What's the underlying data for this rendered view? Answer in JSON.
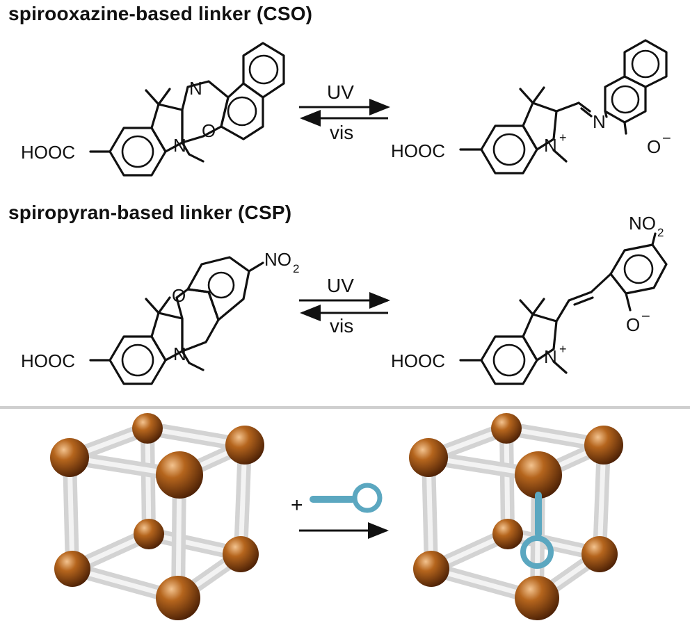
{
  "section1": {
    "title": "spirooxazine-based linker (CSO)",
    "closed": {
      "acid": "HOOC",
      "n": "N",
      "n_imine": "N",
      "o_ring": "O"
    },
    "open": {
      "acid": "HOOC",
      "n_plus": "N",
      "plus": "+",
      "n_imine": "N",
      "o_minus": "O",
      "minus": "−"
    },
    "arrow_top": "UV",
    "arrow_bottom": "vis",
    "colors": {
      "closed_fill": "#f6b49c",
      "open_fill": "#a8d3e6"
    }
  },
  "section2": {
    "title": "spiropyran-based linker (CSP)",
    "closed": {
      "acid": "HOOC",
      "n": "N",
      "o_ring": "O",
      "nitro": "NO",
      "nitro_sub": "2"
    },
    "open": {
      "acid": "HOOC",
      "n_plus": "N",
      "plus": "+",
      "o_minus": "O",
      "minus": "−",
      "nitro": "NO",
      "nitro_sub": "2"
    },
    "arrow_top": "UV",
    "arrow_bottom": "vis",
    "colors": {
      "closed_fill": "#f3dede",
      "open_fill": "#eee4ea"
    }
  },
  "section3": {
    "plus": "+",
    "colors": {
      "node": "#a3521b",
      "strut": "#d3d3d3",
      "guest": "#5ba7c0"
    }
  }
}
